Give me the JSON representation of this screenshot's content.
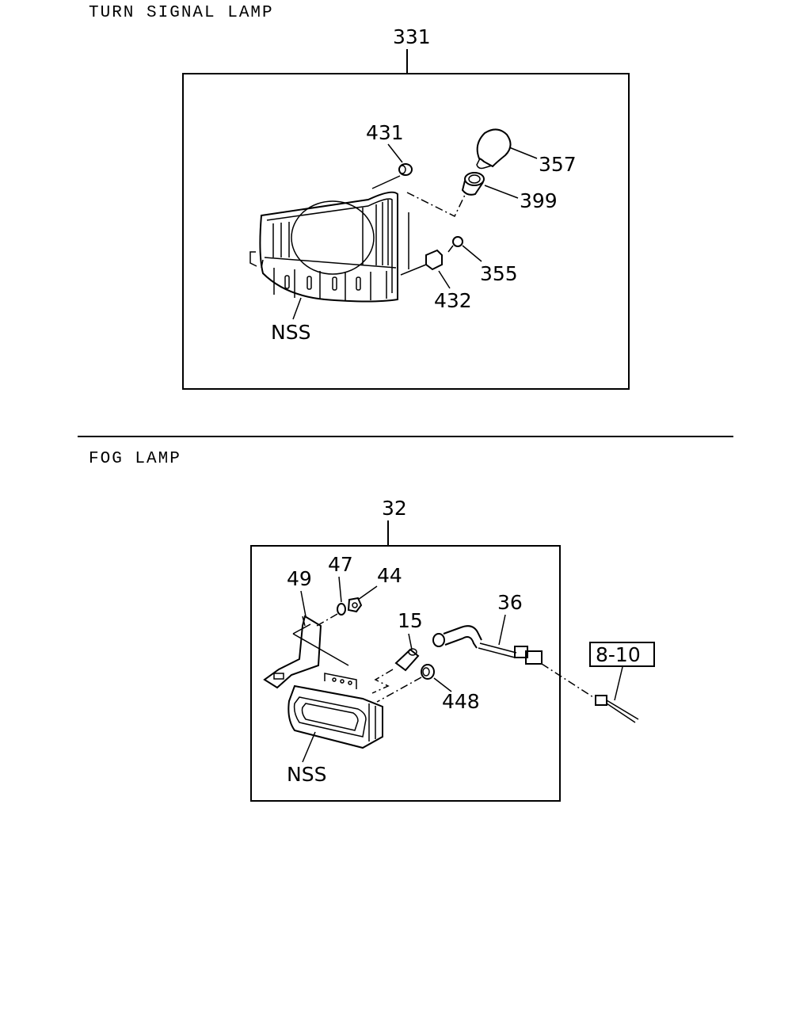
{
  "sections": {
    "turn_signal": {
      "title": "TURN SIGNAL LAMP",
      "assembly_ref": "331",
      "callouts": {
        "c431": "431",
        "c357": "357",
        "c399": "399",
        "c355": "355",
        "c432": "432",
        "nss": "NSS"
      }
    },
    "fog": {
      "title": "FOG LAMP",
      "assembly_ref": "32",
      "callouts": {
        "c49": "49",
        "c47": "47",
        "c44": "44",
        "c15": "15",
        "c36": "36",
        "c448": "448",
        "nss": "NSS",
        "ref_box": "8-10"
      }
    }
  },
  "icons": [
    "lens-housing-icon",
    "bulb-icon",
    "socket-icon",
    "screw-icon",
    "bracket-icon",
    "washer-icon",
    "nut-icon",
    "harness-icon",
    "connector-icon"
  ]
}
